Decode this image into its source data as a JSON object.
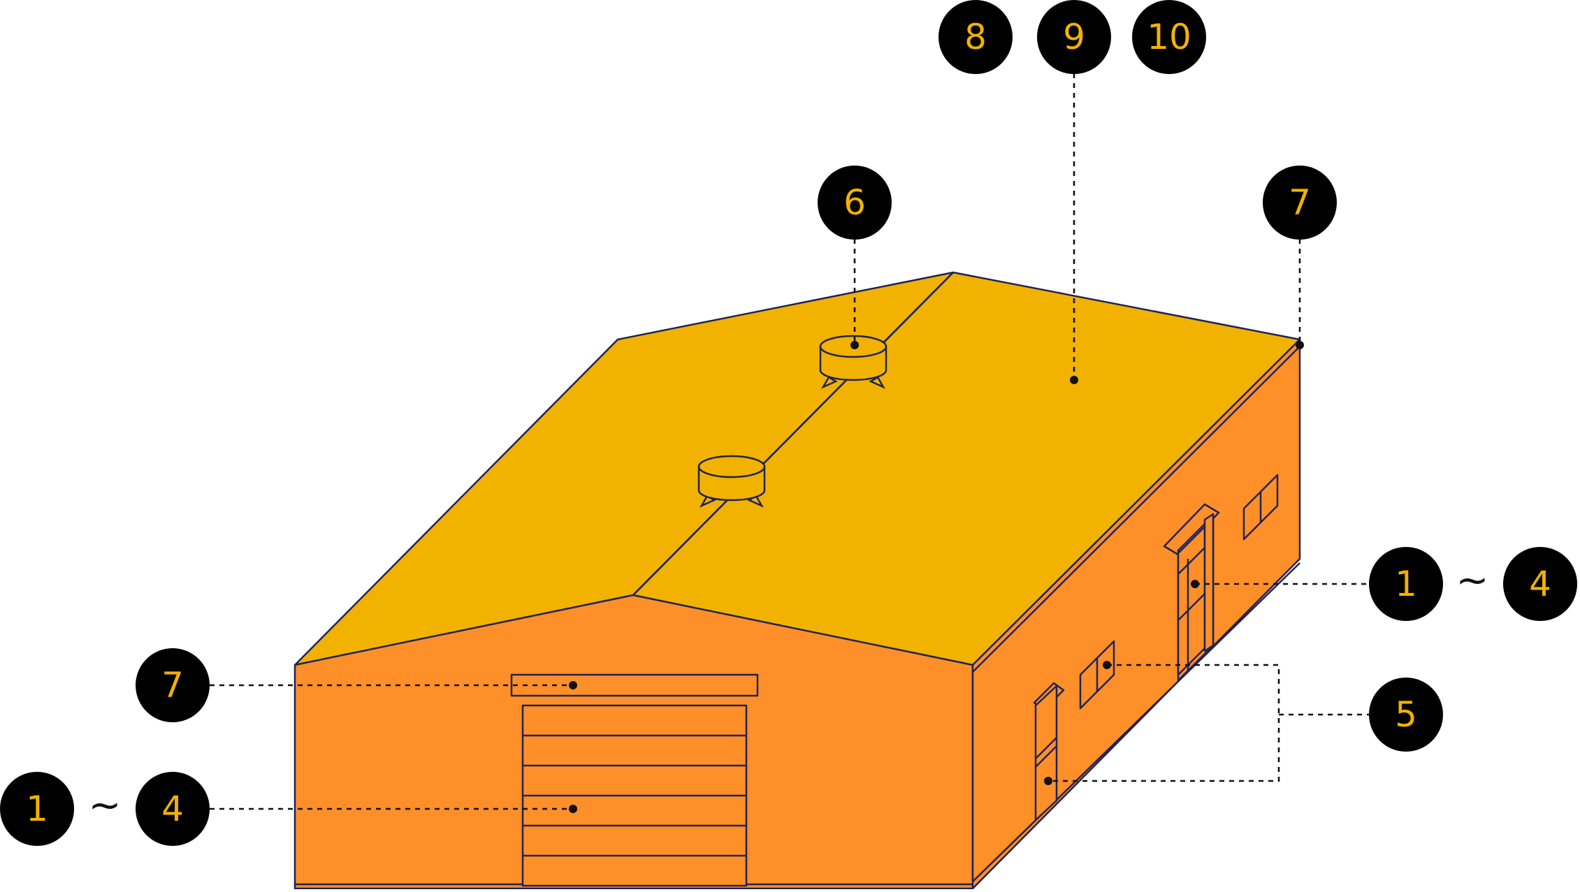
{
  "colors": {
    "roof": "#F2B200",
    "wall": "#FF8F29",
    "outline": "#1f2454",
    "badge_fill": "#000000",
    "badge_text": "#F2B200"
  },
  "callouts": {
    "top_8": "8",
    "top_9": "9",
    "top_10": "10",
    "vent_6": "6",
    "corner_7": "7",
    "side_door_1": "1",
    "side_door_tilde": "~",
    "side_door_4": "4",
    "windows_5": "5",
    "front_7": "7",
    "front_door_1": "1",
    "front_door_tilde": "~",
    "front_door_4": "4"
  }
}
